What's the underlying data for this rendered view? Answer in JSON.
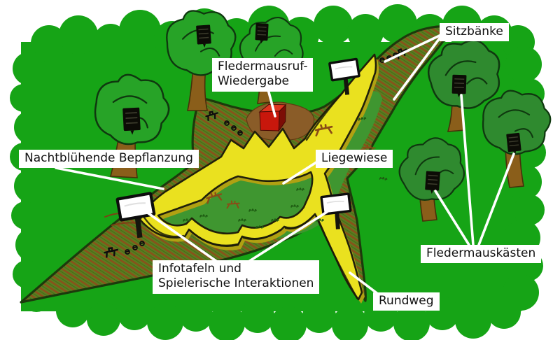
{
  "diagram_type": "hand-drawn park concept plan (bat-themed park)",
  "annotations": {
    "fledermausruf": {
      "line1": "Fledermausruf-",
      "line2": "Wiedergabe"
    },
    "sitzbaenke": {
      "text": "Sitzbänke"
    },
    "nachtbluehend": {
      "text": "Nachtblühende Bepflanzung"
    },
    "liegewiese": {
      "text": "Liegewiese"
    },
    "infotafeln": {
      "line1": "Infotafeln und",
      "line2": "Spielerische Interaktionen"
    },
    "fledermauskaesten": {
      "text": "Fledermauskästen"
    },
    "rundweg": {
      "text": "Rundweg"
    }
  },
  "features": {
    "trees_with_bat_boxes": 6,
    "info_signs": 3,
    "bench_groups": 3,
    "speaker_count": 1,
    "path_shape": "bat silhouette loop (Rundweg)"
  },
  "colors": {
    "bg-green": "#16a416",
    "meadow-green": "#3f9630",
    "leaf-green": "#5c7c20",
    "hatch-brown": "#8c4e1a",
    "hatch-dark": "#476c18",
    "path-yellow": "#eae11f",
    "path-shadow": "#b0a112",
    "outline-green": "#1c3a0c",
    "tree-light": "#27a327",
    "tree-dark": "#2f8a2f",
    "trunk-brown": "#8a5e1a",
    "speaker-red": "#c8170c",
    "label-bg": "#ffffff",
    "label-text": "#111111",
    "leader-white": "#ffffff"
  }
}
